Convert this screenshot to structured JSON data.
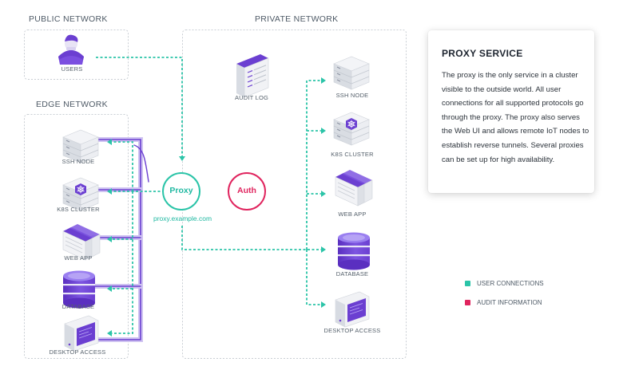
{
  "sections": {
    "public": "PUBLIC NETWORK",
    "private": "PRIVATE NETWORK",
    "edge": "EDGE NETWORK"
  },
  "nodes": {
    "users": "USERS",
    "audit_log": "AUDIT LOG",
    "proxy": "Proxy",
    "proxy_host": "proxy.example.com",
    "auth": "Auth"
  },
  "private_items": [
    "SSH NODE",
    "K8S CLUSTER",
    "WEB APP",
    "DATABASE",
    "DESKTOP ACCESS"
  ],
  "edge_items": [
    "SSH NODE",
    "K8S CLUSTER",
    "WEB APP",
    "DATABASE",
    "DESKTOP ACCESS"
  ],
  "card": {
    "title": "PROXY SERVICE",
    "body": "The proxy is the only service in a cluster visible to the outside world. All user connections for all supported protocols go through the proxy. The proxy also serves the Web UI and allows remote IoT nodes to establish reverse tunnels. Several proxies can be set up for high availability."
  },
  "legend": [
    {
      "label": "USER CONNECTIONS",
      "color": "#2bc4a8"
    },
    {
      "label": "AUDIT INFORMATION",
      "color": "#e0245e"
    }
  ],
  "colors": {
    "teal": "#2bc4a8",
    "purple": "#6b3fd1",
    "lavender": "#cfc3f1",
    "red": "#e0245e",
    "box_border": "#c9ced4"
  }
}
